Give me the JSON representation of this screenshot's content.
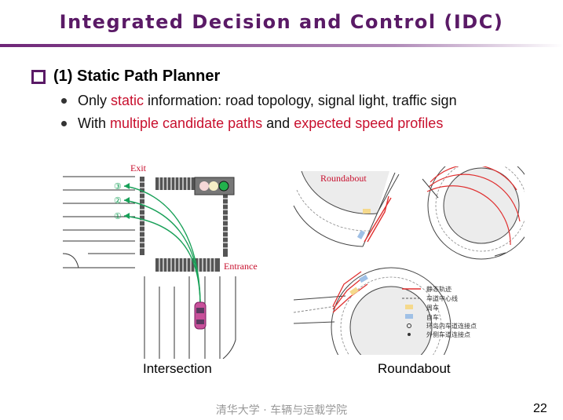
{
  "slide": {
    "title": "Integrated Decision and Control (IDC)",
    "heading": "(1) Static Path Planner",
    "bullets": [
      {
        "parts": [
          "Only ",
          "static",
          " information: road topology, signal light, traffic sign"
        ]
      },
      {
        "parts": [
          "With ",
          "multiple candidate paths",
          " and ",
          "expected speed profiles"
        ]
      }
    ],
    "accent_color": "#c8102e",
    "title_color": "#5a1a66"
  },
  "intersection": {
    "exit_label": "Exit",
    "entrance_label": "Entrance",
    "path_labels": [
      "③",
      "②",
      "①"
    ],
    "caption": "Intersection"
  },
  "roundabout": {
    "top_label": "Roundabout",
    "legend": [
      "静态轨迹",
      "车道中心线",
      "周车",
      "自车",
      "环岛内车道连接点",
      "外侧车道连接点"
    ],
    "caption": "Roundabout"
  },
  "footer": {
    "institution": "清华大学 · 车辆与运载学院",
    "page_number": "22"
  }
}
